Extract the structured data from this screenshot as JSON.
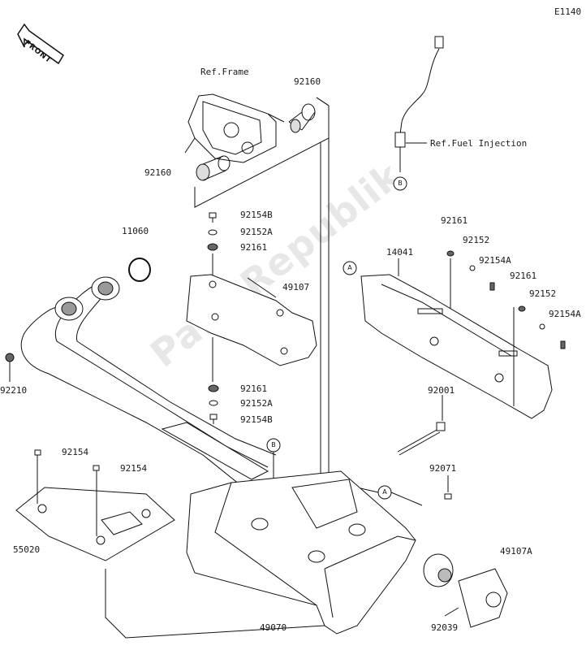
{
  "diagram_code": "E1140",
  "front_arrow_label": "FRONT",
  "watermark": "PartsRepublik",
  "ref_frame": "Ref.Frame",
  "ref_fuel_injection": "Ref.Fuel Injection",
  "marker_a": "A",
  "marker_b": "B",
  "parts": {
    "p92160_top": "92160",
    "p92160_left": "92160",
    "p92154B_top": "92154B",
    "p92152A_top": "92152A",
    "p92161_top": "92161",
    "p11060": "11060",
    "p49107": "49107",
    "p14041": "14041",
    "p92161_r1": "92161",
    "p92152_r1": "92152",
    "p92154A_r1": "92154A",
    "p92161_r2": "92161",
    "p92152_r2": "92152",
    "p92154A_r2": "92154A",
    "p92210": "92210",
    "p92161_mid": "92161",
    "p92152A_mid": "92152A",
    "p92154B_mid": "92154B",
    "p92001": "92001",
    "p92154_a": "92154",
    "p92154_b": "92154",
    "p92071": "92071",
    "p55020": "55020",
    "p49107A": "49107A",
    "p49070": "49070",
    "p92039": "92039"
  }
}
